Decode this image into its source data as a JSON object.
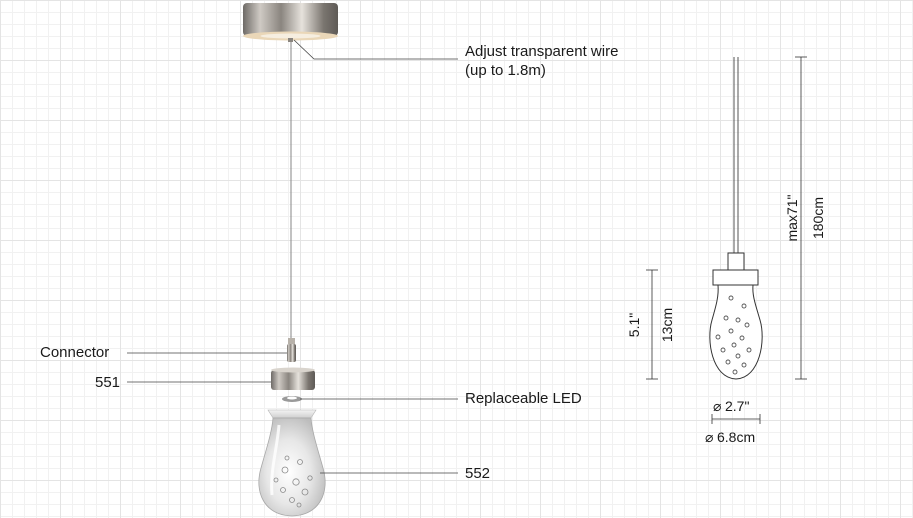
{
  "callouts": {
    "wire": "Adjust transparent wire",
    "wire_sub": "(up to 1.8m)",
    "connector": "Connector",
    "part_551": "551",
    "led": "Replaceable LED",
    "part_552": "552"
  },
  "dimensions": {
    "height_in": "max71\"",
    "height_cm": "180cm",
    "body_in": "5.1\"",
    "body_cm": "13cm",
    "dia_in": "2.7\"",
    "dia_cm": "6.8cm",
    "dia_symbol": "⌀"
  }
}
